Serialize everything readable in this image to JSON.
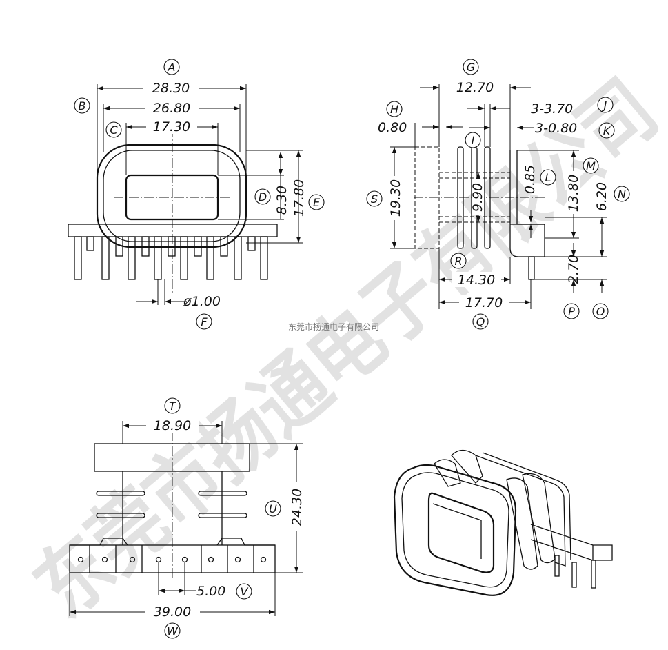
{
  "watermark": "东莞市扬通电子有限公司",
  "company_caption": "东莞市扬通电子有限公司",
  "front_view": {
    "labels": {
      "A": "A",
      "B": "B",
      "C": "C",
      "D": "D",
      "E": "E",
      "F": "F"
    },
    "dims": {
      "A": "28.30",
      "B": "26.80",
      "C": "17.30",
      "D": "8.30",
      "E": "17.80",
      "F": "ø1.00"
    }
  },
  "side_view": {
    "labels": {
      "G": "G",
      "H": "H",
      "I": "I",
      "J": "J",
      "K": "K",
      "L": "L",
      "M": "M",
      "N": "N",
      "O": "O",
      "P": "P",
      "Q": "Q",
      "R": "R",
      "S": "S"
    },
    "dims": {
      "G": "12.70",
      "H": "0.80",
      "I": "9.90",
      "J": "3-3.70",
      "K": "3-0.80",
      "L": "0.85",
      "M": "13.80",
      "N": "6.20",
      "P": "2.70",
      "Q": "17.70",
      "R": "14.30",
      "S": "19.30"
    }
  },
  "bottom_view": {
    "labels": {
      "T": "T",
      "U": "U",
      "V": "V",
      "W": "W"
    },
    "dims": {
      "T": "18.90",
      "U": "24.30",
      "V": "5.00",
      "W": "39.00"
    }
  }
}
